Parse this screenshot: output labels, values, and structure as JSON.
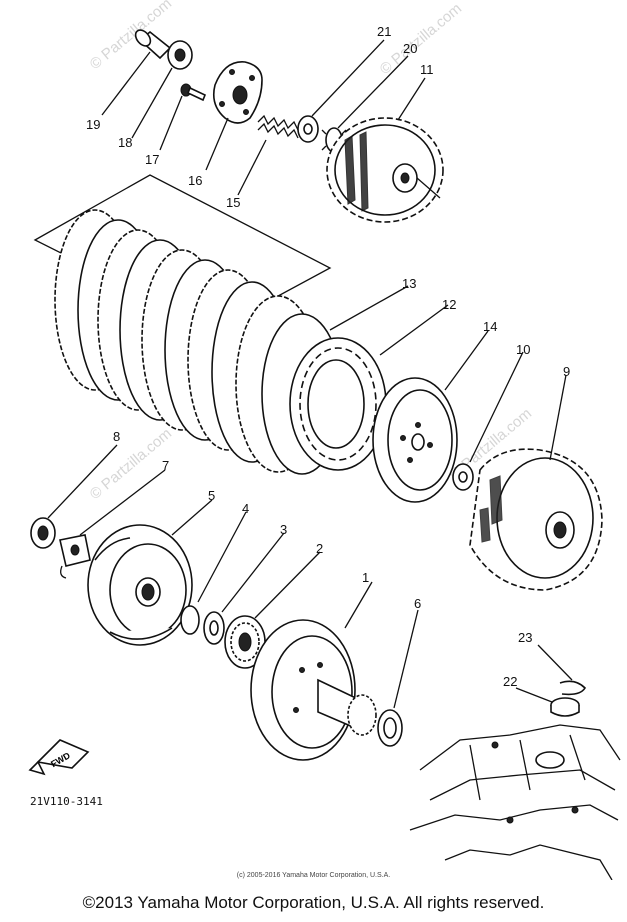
{
  "watermarks": [
    "© Partzilla.com",
    "© Partzilla.com",
    "© Partzilla.com",
    "© Partzilla.com"
  ],
  "callouts": [
    "1",
    "2",
    "3",
    "4",
    "5",
    "6",
    "7",
    "8",
    "9",
    "10",
    "11",
    "12",
    "13",
    "14",
    "15",
    "16",
    "17",
    "18",
    "19",
    "20",
    "21",
    "22",
    "23"
  ],
  "arrow_label": "FWD",
  "diagram_code": "21V110-3141",
  "inner_copyright": "(c) 2005-2016 Yamaha Motor Corporation, U.S.A.",
  "footer_copyright": "©2013 Yamaha Motor Corporation, U.S.A. All rights reserved."
}
